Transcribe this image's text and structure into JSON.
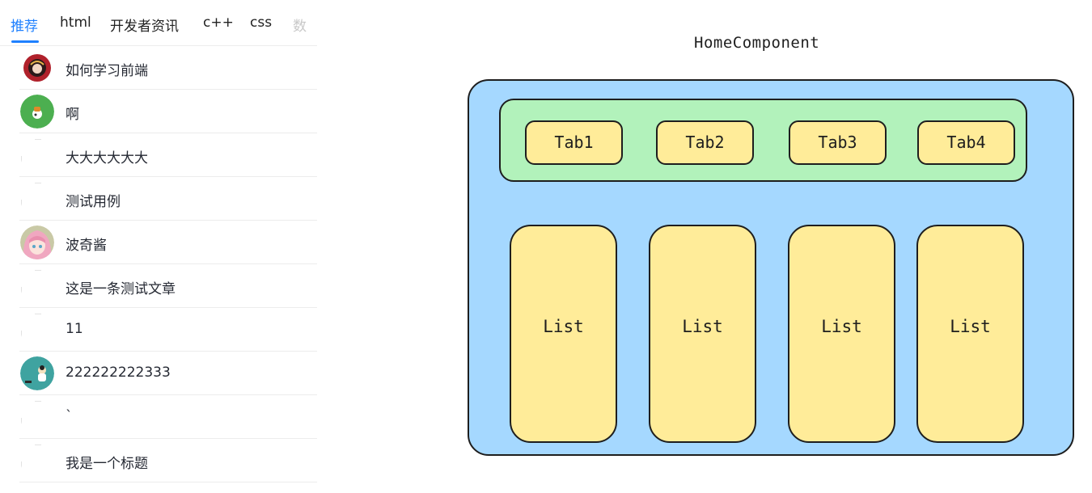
{
  "tabs": [
    {
      "label": "推荐",
      "active": true
    },
    {
      "label": "html"
    },
    {
      "label": "开发者资讯"
    },
    {
      "label": "c++"
    },
    {
      "label": "css"
    },
    {
      "label": "数"
    }
  ],
  "articles": [
    {
      "title": "如何学习前端",
      "avatar": "avatar-red-icon"
    },
    {
      "title": "啊",
      "avatar": "avatar-green-icon"
    },
    {
      "title": "大大大大大大",
      "avatar": ""
    },
    {
      "title": "测试用例",
      "avatar": ""
    },
    {
      "title": "波奇酱",
      "avatar": "avatar-pink-hair-icon"
    },
    {
      "title": "这是一条测试文章",
      "avatar": ""
    },
    {
      "title": "11",
      "avatar": ""
    },
    {
      "title": "222222222333",
      "avatar": "avatar-teal-icon"
    },
    {
      "title": "`",
      "avatar": ""
    },
    {
      "title": "我是一个标题",
      "avatar": ""
    }
  ],
  "diagram": {
    "title": "HomeComponent",
    "tabs": [
      "Tab1",
      "Tab2",
      "Tab3",
      "Tab4"
    ],
    "lists": [
      "List",
      "List",
      "List",
      "List"
    ],
    "colors": {
      "outer": "#a5d8ff",
      "tabbar": "#b2f2bb",
      "item": "#ffec99",
      "stroke": "#1e1e1e"
    }
  },
  "colors": {
    "accent": "#1e80ff",
    "divider": "#ececec"
  }
}
